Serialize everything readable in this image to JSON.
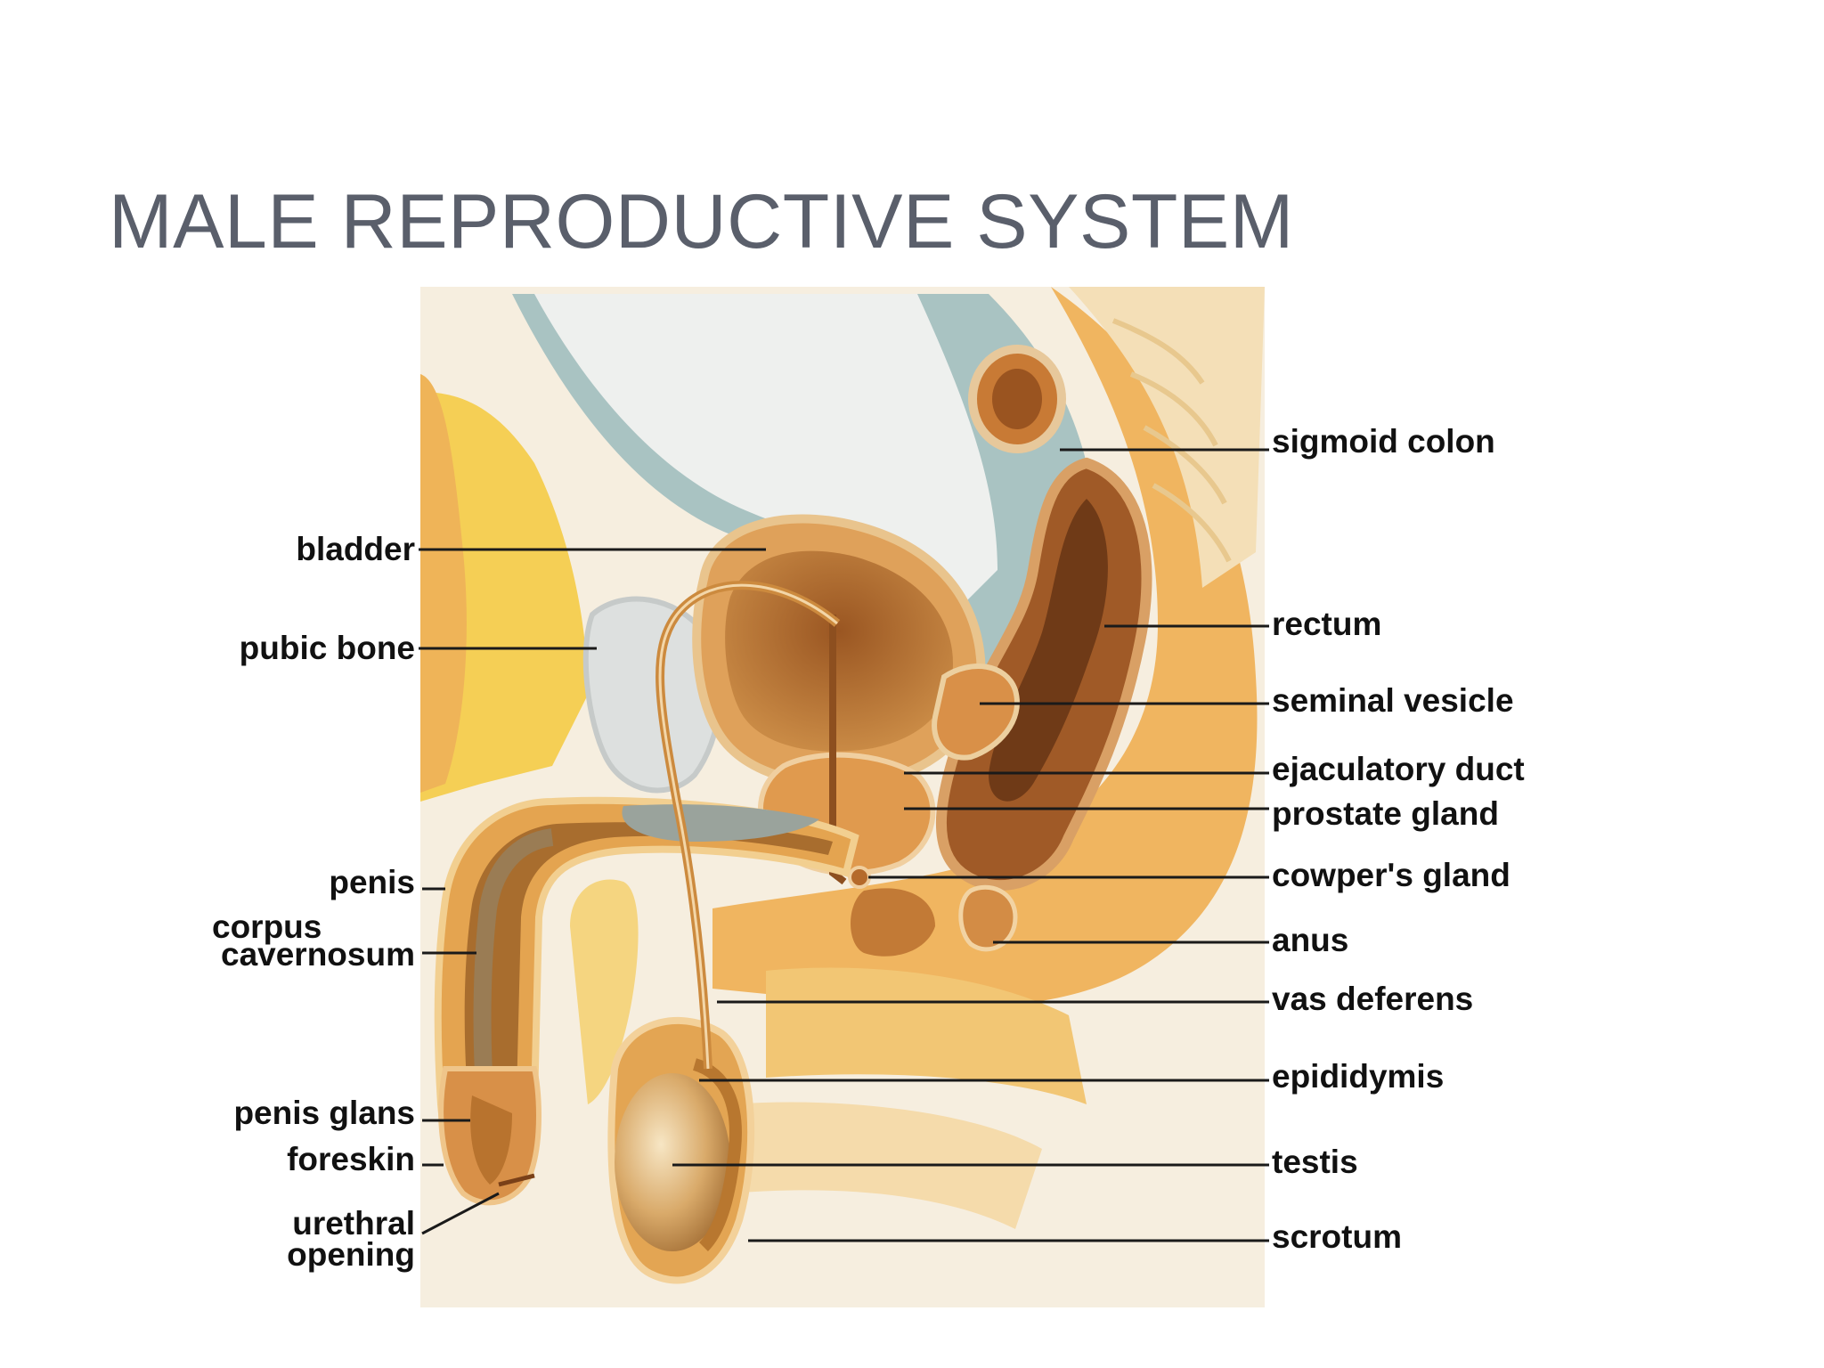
{
  "slide": {
    "title": "MALE REPRODUCTIVE SYSTEM"
  },
  "diagram": {
    "left_labels": {
      "bladder": "bladder",
      "pubic_bone": "pubic bone",
      "penis": "penis",
      "corpus_cavernosum_line1": "corpus",
      "corpus_cavernosum_line2": "cavernosum",
      "penis_glans": "penis glans",
      "foreskin": "foreskin",
      "urethral_opening_line1": "urethral",
      "urethral_opening_line2": "opening"
    },
    "right_labels": {
      "sigmoid_colon": "sigmoid colon",
      "rectum": "rectum",
      "seminal_vesicle": "seminal vesicle",
      "ejaculatory_duct": "ejaculatory duct",
      "prostate_gland": "prostate gland",
      "cowpers_gland": "cowper's gland",
      "anus": "anus",
      "vas_deferens": "vas deferens",
      "epididymis": "epididymis",
      "testis": "testis",
      "scrotum": "scrotum"
    },
    "colors": {
      "background_tissue": "#f6eedf",
      "fat_yellow": "#f6cc52",
      "skin_orange": "#f0b25b",
      "bladder_brown": "#b5692b",
      "bone_gray": "#dde0df",
      "colon_blue": "#9fb9b8",
      "organ_dark": "#8a4f22"
    }
  }
}
